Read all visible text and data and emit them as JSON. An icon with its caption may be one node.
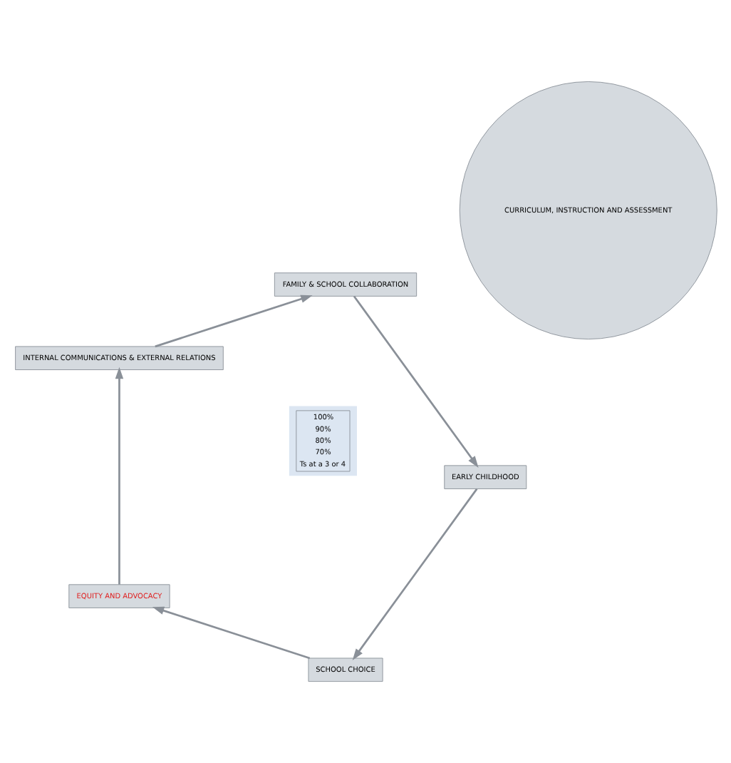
{
  "diagram": {
    "nodes": [
      {
        "text": [
          "SCHOOL CHOICE"
        ]
      },
      {
        "text": [
          "EARLY CHILDHOOD"
        ]
      },
      {
        "text": [
          "EQUITY AND ADVOCACY"
        ]
      },
      {
        "text": [
          "CURRICULUM, INSTRUCTION AND ASSESSMENT"
        ]
      },
      {
        "text": [
          "FAMILY & SCHOOL COLLABORATION"
        ]
      },
      {
        "text": [
          "INTERNAL COMMUNICATIONS & EXTERNAL RELATIONS"
        ]
      }
    ],
    "edges": [
      {
        "from": 1,
        "to": 0,
        "arrow": "to"
      },
      {
        "from": 0,
        "to": 2,
        "arrow": "to"
      },
      {
        "from": 2,
        "to": 5,
        "arrow": "to"
      },
      {
        "from": 5,
        "to": 4,
        "arrow": "to"
      },
      {
        "from": 4,
        "to": 1,
        "arrow": "to"
      }
    ],
    "labels": [
      "100%",
      "90%",
      "80%",
      "70%",
      "Ts at a 3 or 4"
    ]
  }
}
